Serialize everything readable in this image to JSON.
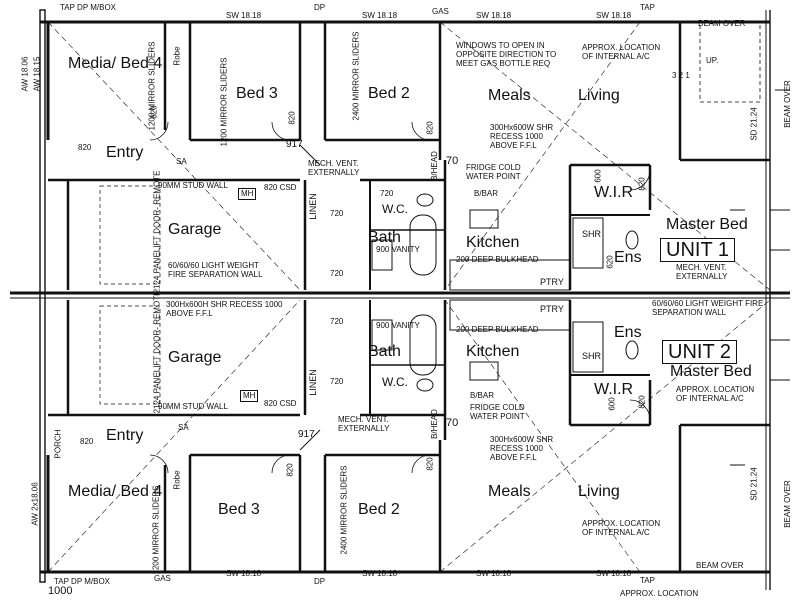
{
  "top_unit": {
    "unit_label": "UNIT 1",
    "rooms": {
      "media": "Media/ Bed 4",
      "bed3": "Bed 3",
      "bed2": "Bed 2",
      "meals": "Meals",
      "living": "Living",
      "entry": "Entry",
      "garage": "Garage",
      "bath": "Bath",
      "kitchen": "Kitchen",
      "wir": "W.I.R",
      "master": "Master Bed",
      "ens": "Ens",
      "wc": "W.C.",
      "linen": "LINEN",
      "robe": "Robe",
      "ptry": "PTRY",
      "shr": "SHR"
    },
    "notes": {
      "tap_dp_mbox": "TAP DP M/BOX",
      "dp": "DP",
      "gas": "GAS",
      "tap": "TAP",
      "sw1": "SW 18.18",
      "sw2": "SW 18.18",
      "sw3": "SW 18.18",
      "sw4": "SW 18.18",
      "beam_over": "BEAM OVER",
      "up": "UP.",
      "windows": "WINDOWS TO OPEN IN OPPOSITE DIRECTION TO MEET GAS BOTTLE REQ",
      "ac": "APPROX. LOCATION OF INTERNAL A/C",
      "shr_recess": "300Hx600W SHR RECESS 1000 ABOVE F.F.L",
      "fridge": "FRIDGE COLD WATER POINT",
      "bbar": "B/BAR",
      "bulkhead": "200 DEEP BULKHEAD",
      "mech": "MECH. VENT. EXTERNALLY",
      "mech2": "MECH. VENT. EXTERNALLY",
      "stud": "90MM STUD WALL",
      "csd": "820 CSD",
      "panelift": "2124 PANELIFT DOOR- REMOTE",
      "fire": "60/60/60 LIGHT WEIGHT FIRE SEPARATION WALL",
      "mirror1200a": "1200 MIRROR SLIDERS",
      "mirror1200b": "1200 MIRROR SLIDERS",
      "mirror2400": "2400 MIRROR SLIDERS",
      "vanity": "900 VANITY",
      "bhead": "B/HEAD",
      "n70": "70",
      "n917": "917",
      "n820a": "820",
      "n820b": "820",
      "n820c": "820",
      "n820d": "820",
      "n820e": "820",
      "n720a": "720",
      "n720b": "720",
      "n720c": "720",
      "n600": "600",
      "n620": "620",
      "sa": "SA",
      "mh": "MH",
      "aw1": "AW 18.06",
      "aw2": "AW 18.15",
      "sd": "SD 21.24",
      "beam_port": "BEAM OVER",
      "dims321": "3 2 1"
    }
  },
  "bottom_unit": {
    "unit_label": "UNIT 2",
    "rooms": {
      "media": "Media/ Bed 4",
      "bed3": "Bed 3",
      "bed2": "Bed 2",
      "meals": "Meals",
      "living": "Living",
      "entry": "Entry",
      "garage": "Garage",
      "bath": "Bath",
      "kitchen": "Kitchen",
      "wir": "W.I.R",
      "master": "Master Bed",
      "ens": "Ens",
      "wc": "W.C.",
      "linen": "LINEN",
      "robe": "Robe",
      "ptry": "PTRY",
      "shr": "SHR"
    },
    "notes": {
      "tap_dp_mbox": "TAP DP M/BOX",
      "dp": "DP",
      "gas": "GAS",
      "tap": "TAP",
      "sw1": "SW 18.18",
      "sw2": "SW 18.18",
      "sw3": "SW 18.18",
      "sw4": "SW 18.18",
      "beam_over": "BEAM OVER",
      "ac": "APPROX. LOCATION OF INTERNAL A/C",
      "ac2": "APPROX. LOCATION OF INTERNAL A/C",
      "ac3": "APPROX. LOCATION",
      "shr_recess": "300Hx600W SHR RECESS 1000 ABOVE F.F.L",
      "shr_recess2": "300Hx600H SHR RECESS 1000 ABOVE F.F.L",
      "fridge": "FRIDGE COLD WATER POINT",
      "bbar": "B/BAR",
      "bulkhead": "200 DEEP BULKHEAD",
      "mech": "MECH. VENT. EXTERNALLY",
      "stud": "90MM STUD WALL",
      "csd": "820 CSD",
      "panelift": "2124 PANELIFT DOOR- REMOTE",
      "fire": "60/60/60 LIGHT WEIGHT FIRE SEPARATION WALL",
      "mirror1200": "1200 MIRROR SLIDERS",
      "mirror2400": "2400 MIRROR SLIDERS",
      "vanity": "900 VANITY",
      "bhead": "B/HEAD",
      "n70": "70",
      "n917": "917",
      "n820a": "820",
      "n820b": "820",
      "n820c": "820",
      "n820d": "820",
      "n720a": "720",
      "n720b": "720",
      "n600": "600",
      "n1000": "1000",
      "sa": "SA",
      "mh": "MH",
      "aw": "AW 2x18.06",
      "sd": "SD 21.24",
      "porch": "PORCH",
      "beam_port": "BEAM OVER"
    }
  }
}
